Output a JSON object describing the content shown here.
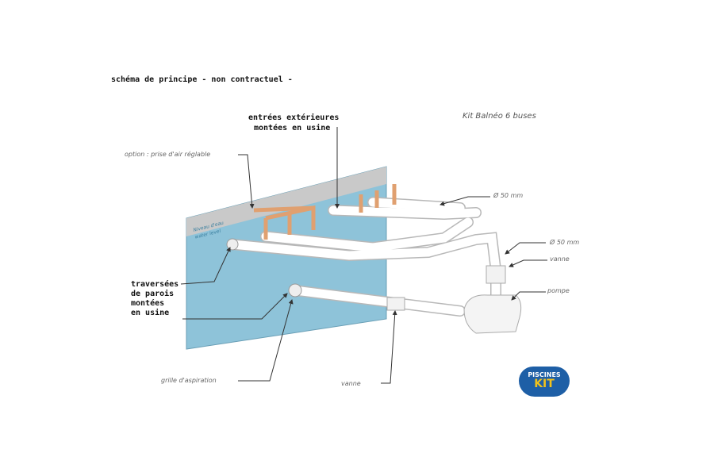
{
  "header": {
    "note": "schéma de principe  - non contractuel  -",
    "kit_title": "Kit Balnéo 6 buses"
  },
  "labels": {
    "entries_line1": "entrées extérieures",
    "entries_line2": "montées en usine",
    "air_option": "option : prise d'air réglable",
    "water_level_line1": "Niveau d'eau",
    "water_level_line2": "water level",
    "pipe_top": "Ø 50 mm",
    "pipe_right": "Ø 50 mm",
    "valve_top": "vanne",
    "pump": "pompe",
    "crossings_line1": "traversées",
    "crossings_line2": "de parois",
    "crossings_line3": "montées",
    "crossings_line4": "en usine",
    "suction_grille": "grille d'aspiration",
    "valve_bottom": "vanne"
  },
  "logo": {
    "line1": "PISCINES",
    "line2": "KIT"
  },
  "colors": {
    "panel": "#8ec3d9",
    "copper": "#e0a070",
    "pipe": "#ffffff",
    "logo_bg": "#1e5fa6",
    "logo_text": "#f2c21b"
  }
}
